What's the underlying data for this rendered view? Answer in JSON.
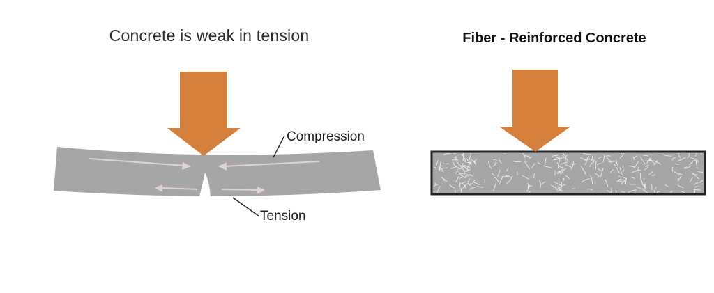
{
  "left_panel": {
    "title": "Concrete is weak in tension",
    "labels": {
      "compression": "Compression",
      "tension": "Tension"
    }
  },
  "right_panel": {
    "title": "Fiber - Reinforced Concrete"
  },
  "colors": {
    "arrow": "#d4803c",
    "concrete": "#a6a6a6",
    "stress_arrow": "#e2d2d8",
    "fiber": "#e8e8e8",
    "outline": "#222222"
  }
}
